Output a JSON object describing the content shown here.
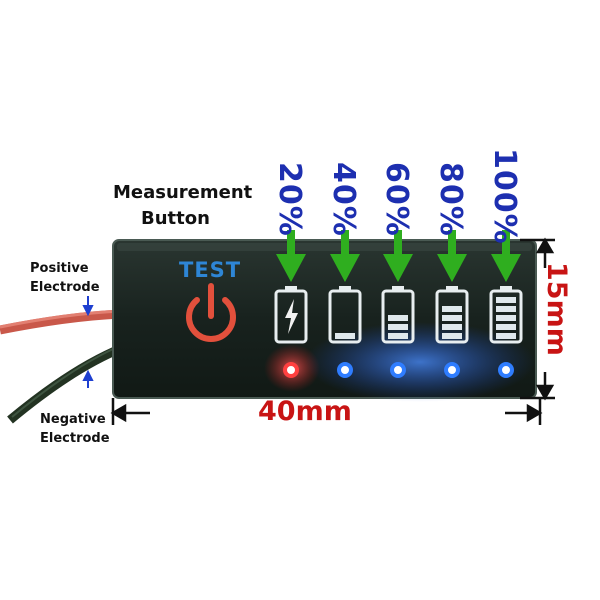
{
  "labels": {
    "measurement_button": [
      "Measurement",
      "Button"
    ],
    "positive_electrode": [
      "Positive",
      "Electrode"
    ],
    "negative_electrode": [
      "Negative",
      "Electrode"
    ],
    "test": "TEST",
    "width": "40mm",
    "height": "15mm"
  },
  "levels": [
    {
      "label": "20%",
      "led_color": "#ff4040",
      "bars": 0,
      "charging": true
    },
    {
      "label": "40%",
      "led_color": "#2f7dff",
      "bars": 1,
      "charging": false
    },
    {
      "label": "60%",
      "led_color": "#2f7dff",
      "bars": 3,
      "charging": false
    },
    {
      "label": "80%",
      "led_color": "#2f7dff",
      "bars": 4,
      "charging": false
    },
    {
      "label": "100%",
      "led_color": "#2f7dff",
      "bars": 5,
      "charging": false
    }
  ],
  "colors": {
    "board": "#1a2420",
    "power_icon": "#e2503c",
    "test_text": "#2e86d6",
    "arrows": "#2fae1f",
    "percent_text": "#1d2fb0",
    "dimension_text": "#c81414",
    "wire_red": "#d8705e",
    "wire_dark": "#28392a"
  },
  "icons": [
    "power-icon",
    "battery-icon",
    "lightning-icon",
    "arrow-down-icon"
  ]
}
